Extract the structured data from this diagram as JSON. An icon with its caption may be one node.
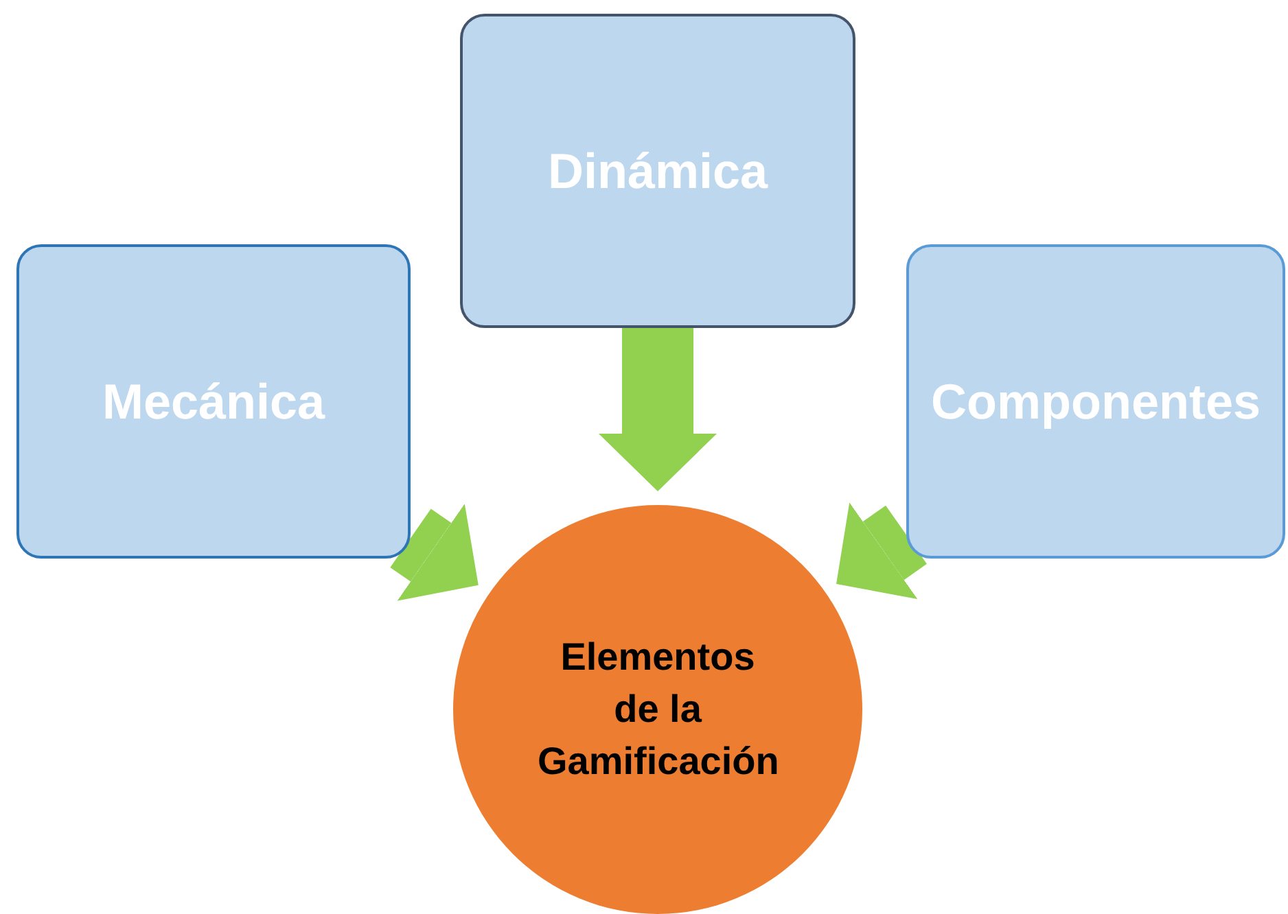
{
  "diagram": {
    "nodes": [
      {
        "text": [
          "Dinámica"
        ]
      },
      {
        "text": [
          "Mecánica"
        ]
      },
      {
        "text": [
          "Componentes"
        ]
      },
      {
        "text": [
          "Elementos de la Gamificación"
        ]
      }
    ],
    "edges": [
      {
        "from": 0,
        "to": 3,
        "arrow": "to"
      },
      {
        "from": 1,
        "to": 3,
        "arrow": "to"
      },
      {
        "from": 2,
        "to": 3,
        "arrow": "to"
      }
    ]
  }
}
